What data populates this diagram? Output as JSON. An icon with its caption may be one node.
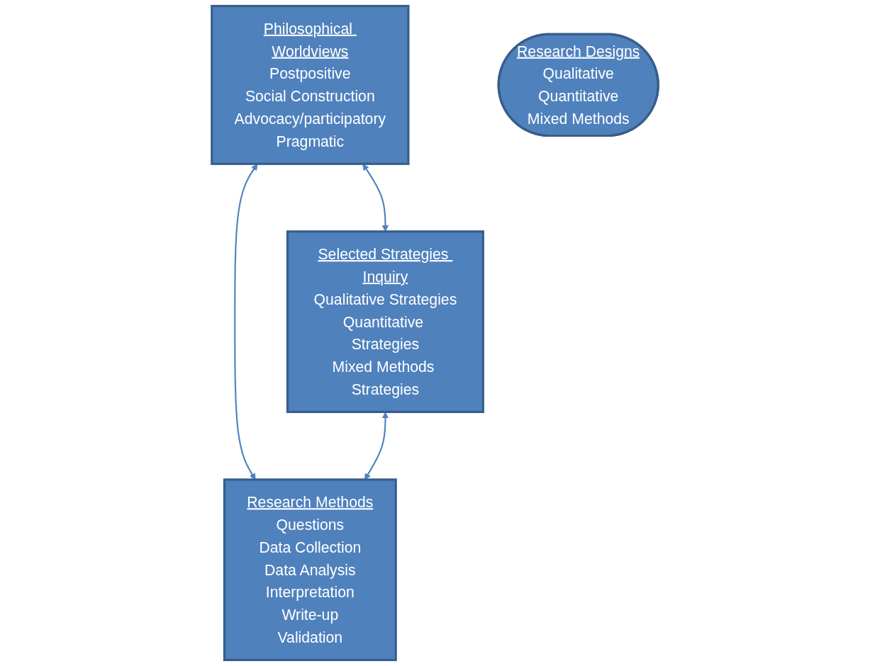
{
  "diagram": {
    "nodes": [
      {
        "text": [
          "Philosophical Worldviews",
          "Postpositive",
          "Social Construction",
          "Advocacy/participatory",
          "Pragmatic"
        ]
      },
      {
        "text": [
          "Selected Strategies Inquiry",
          "Qualitative Strategies",
          "Quantitative Strategies",
          "Mixed Methods Strategies"
        ]
      },
      {
        "text": [
          "Research Designs",
          "Qualitative",
          "Quantitative",
          "Mixed Methods"
        ]
      },
      {
        "text": [
          "Research Methods",
          "Questions",
          "Data Collection",
          "Data Analysis",
          "Interpretation",
          "Write-up",
          "Validation"
        ]
      }
    ],
    "edges": [
      {
        "from": 0,
        "to": 1,
        "arrow": "both"
      },
      {
        "from": 0,
        "to": 3,
        "arrow": "both"
      },
      {
        "from": 1,
        "to": 3,
        "arrow": "both"
      }
    ]
  }
}
